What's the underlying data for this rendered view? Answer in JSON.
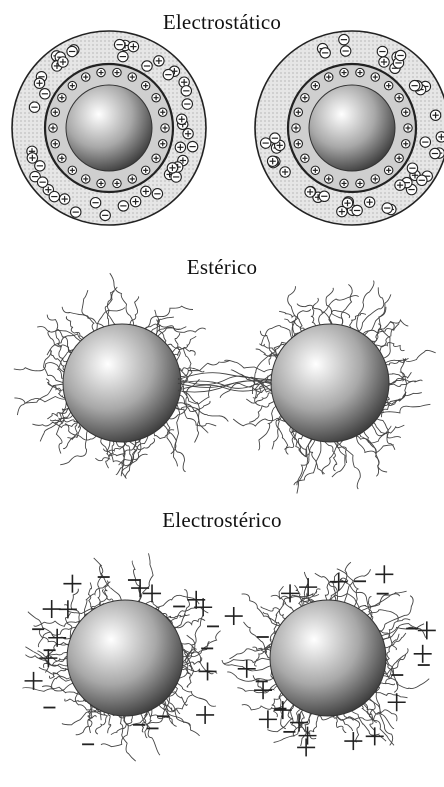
{
  "titles": {
    "electrostatic": "Electrostático",
    "steric": "Estérico",
    "electrosteric": "Electrostérico"
  },
  "colors": {
    "particle_light": "#ffffff",
    "particle_dark": "#4a4a4a",
    "ion_cloud": "#e2e2e2",
    "stroke": "#222222"
  },
  "icons": {
    "positive_ion": "plus-icon",
    "negative_ion": "minus-icon"
  }
}
